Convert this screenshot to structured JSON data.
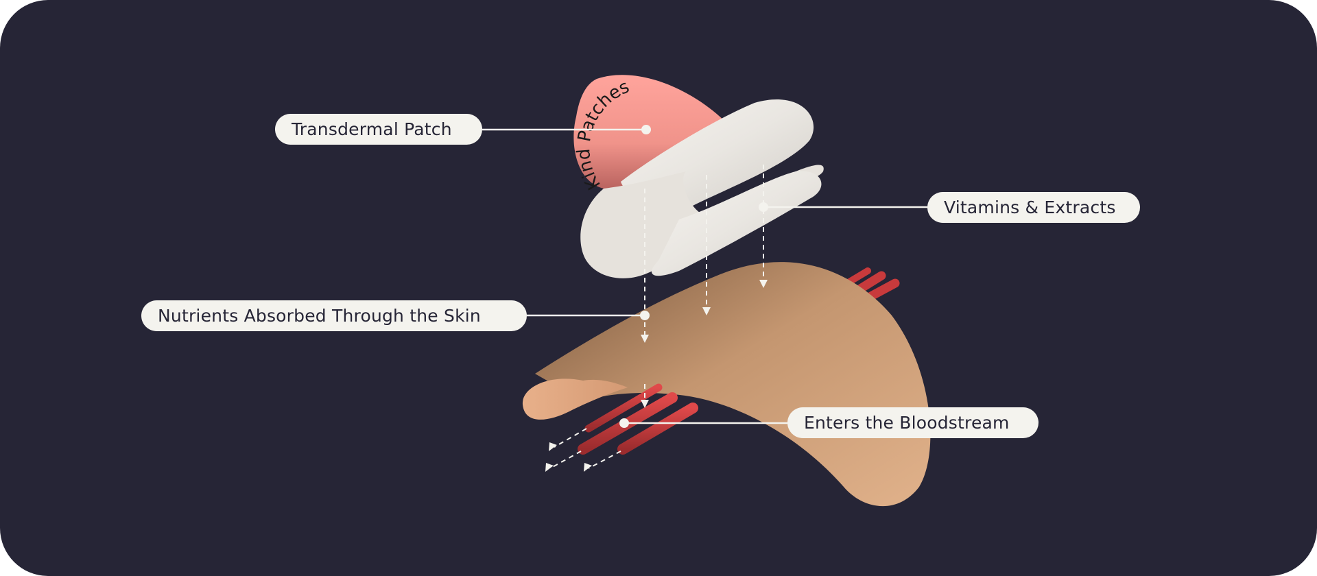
{
  "diagram": {
    "brand_text": "Kind Patches",
    "labels": [
      {
        "id": "transdermal-patch",
        "text": "Transdermal Patch"
      },
      {
        "id": "vitamins-extracts",
        "text": "Vitamins & Extracts"
      },
      {
        "id": "nutrients-absorbed",
        "text": "Nutrients Absorbed Through the Skin"
      },
      {
        "id": "enters-bloodstream",
        "text": "Enters the Bloodstream"
      }
    ],
    "colors": {
      "background": "#262536",
      "pill": "#f4f3ee",
      "pill_text": "#262536",
      "patch": "#f0948c",
      "layer": "#eeebe6",
      "skin": "#c99a74",
      "vessel": "#c0393b"
    }
  }
}
